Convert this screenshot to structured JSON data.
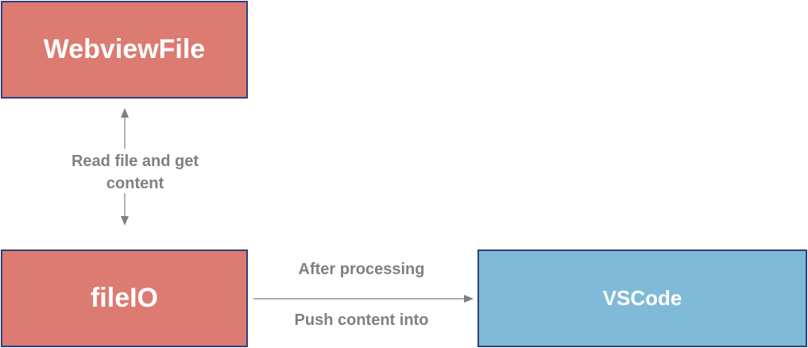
{
  "nodes": {
    "webviewfile": {
      "label": "WebviewFile",
      "color": "#dc7b72"
    },
    "fileio": {
      "label": "fileIO",
      "color": "#dc7b72"
    },
    "vscode": {
      "label": "VSCode",
      "color": "#7fbad8"
    }
  },
  "edges": {
    "read": {
      "from": "fileIO",
      "to": "WebviewFile",
      "label": "Read file and get content",
      "bidirectional": true
    },
    "push": {
      "from": "fileIO",
      "to": "VSCode",
      "label_above": "After processing",
      "label_below": "Push content into"
    }
  },
  "colors": {
    "border": "#2f3f7a",
    "arrow": "#808080",
    "label_text": "#808080"
  }
}
